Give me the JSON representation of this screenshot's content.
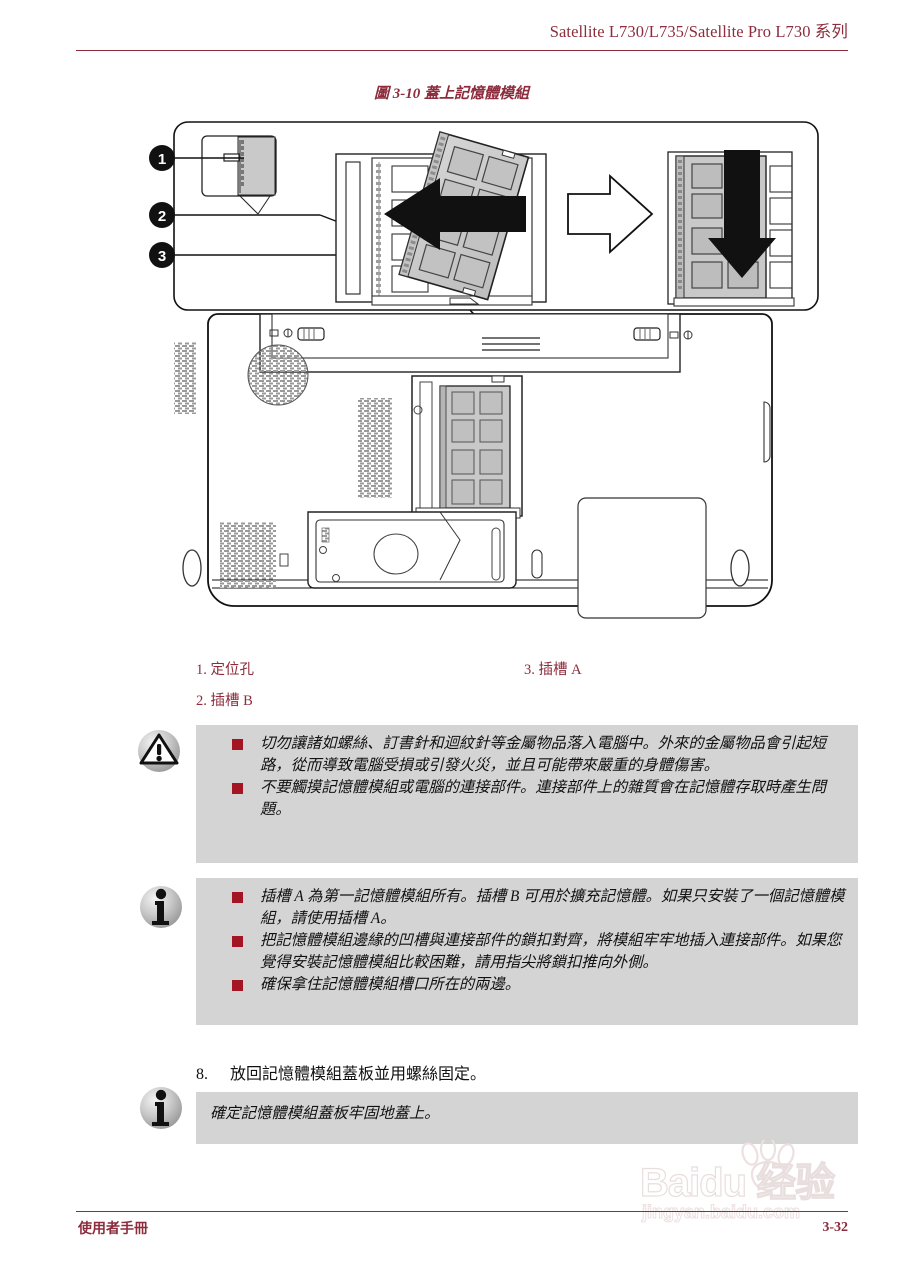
{
  "header": {
    "title": "Satellite L730/L735/Satellite Pro L730 系列"
  },
  "figure": {
    "caption": "圖 3-10 蓋上記憶體模組",
    "callouts": [
      "1",
      "2",
      "3"
    ],
    "alt": "筆記型電腦底部與記憶體模組安裝示意圖"
  },
  "legend": {
    "item1": "1. 定位孔",
    "item2": "2. 插槽 B",
    "item3": "3. 插槽 A"
  },
  "warning_box": {
    "icon": "warning-triangle-icon",
    "bullets": [
      "切勿讓諸如螺絲、訂書針和迴紋針等金屬物品落入電腦中。外來的金屬物品會引起短路，從而導致電腦受損或引發火災，並且可能帶來嚴重的身體傷害。",
      "不要觸摸記憶體模組或電腦的連接部件。連接部件上的雜質會在記憶體存取時產生問題。"
    ]
  },
  "info_box": {
    "icon": "info-i-icon",
    "bullets": [
      "插槽 A 為第一記憶體模組所有。插槽 B 可用於擴充記憶體。如果只安裝了一個記憶體模組，請使用插槽 A。",
      "把記憶體模組邊緣的凹槽與連接部件的鎖扣對齊，將模組牢牢地插入連接部件。如果您覺得安裝記憶體模組比較困難，請用指尖將鎖扣推向外側。",
      "確保拿住記憶體模組槽口所在的兩邊。"
    ]
  },
  "step": {
    "number": "8.",
    "text": "放回記憶體模組蓋板並用螺絲固定。"
  },
  "final_note": {
    "icon": "info-i-icon",
    "text": "確定記憶體模組蓋板牢固地蓋上。"
  },
  "footer": {
    "left": "使用者手冊",
    "page": "3-32"
  },
  "watermark": {
    "main": "Baidu 经验",
    "sub": "jingyan.baidu.com"
  },
  "colors": {
    "accent": "#8c2c3c",
    "bullet": "#a31523",
    "notice_bg": "#d4d4d4"
  }
}
